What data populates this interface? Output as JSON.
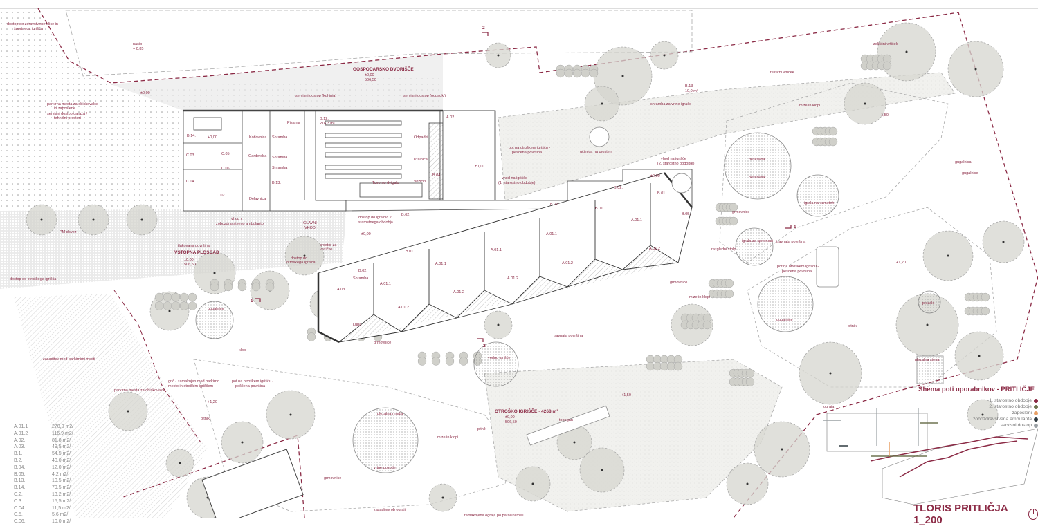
{
  "colors": {
    "accent": "#8b2a45",
    "line": "#8a8a8a",
    "tree": "#d6d6cf",
    "paving": "#ecece8"
  },
  "labels": [
    "dostop do zdravstvene ulice in",
    "športnega igrišča",
    "nasip",
    "+ 0,85",
    "±0,00",
    "parkirna mesta za obiskovalce",
    "in zaposlene",
    "servisni dostop garaža /",
    "tehnični prostori",
    "GOSPODARSKO DVORIŠČE",
    "±0,00",
    "506,50",
    "servisni dostop (kuhinja)",
    "servisni dostop (odpadki)",
    "vhod v",
    "zobozdravstveno ambulanto",
    "GLAVNI",
    "VHOD",
    "tlakovana površina",
    "VSTOPNA PLOŠČAD",
    "±0,00",
    "506,50",
    "dostop do igralnic 2.",
    "starostnega obdobja",
    "±0,00",
    "prostor za",
    "vozičke",
    "dostop do",
    "otroškega igrišča",
    "pot na otroškem igrišču -",
    "peščena površina",
    "vhod na igrišče",
    "(1. starostno obdobje)",
    "vhod na igrišče",
    "(2. starostno obdobje)",
    "±0,00",
    "učilnica na prostem",
    "shramba za vrtne igrače",
    "B.13",
    "10,0 m²",
    "zeliščni vrtiček",
    "zeliščni vrtiček",
    "mize in klopi",
    "+1,50",
    "peskovnik",
    "igrala na vzmeteh",
    "igrala za spretnost",
    "travnata površina",
    "razgledni stolp",
    "grmovnice",
    "pot na otroškem igrišču -",
    "peščena površina",
    "+1,20",
    "plezalo",
    "gugalnice",
    "peskovnik",
    "mize in klopi",
    "grmovnice",
    "travnata površina",
    "gugalnice",
    "vodno igrišče",
    "plezalna stena",
    "OTROŠKO IGRIŠČE - 4268 m²",
    "±0,00",
    "506,50",
    "tobogan",
    "+1,50",
    "mize in klopi",
    "vrtne posode",
    "pitnik",
    "pitnik",
    "plezalna mreža",
    "zasaditev med parkirnimi mesti",
    "parkirna mesta za obiskovalce",
    "grič - zamaknjen med parkirno",
    "mesto in otroškim igriščem",
    "+1,20",
    "pot na otroškem igrišču -",
    "peščena površina",
    "gugalnice",
    "klopi",
    "dostop do otroškega igrišča",
    "grmovnice",
    "ograja",
    "zasaditev ob ograji",
    "zamaknjena ograja po parcelni meji",
    "gugalnica",
    "pitnik",
    "grmovnice",
    "2",
    "2",
    "1",
    "1",
    "PM dovoz"
  ],
  "rooms": {
    "b14": "B.14.",
    "c03": "C.03.",
    "c04": "C.04.",
    "c02": "C.02.",
    "c05": "C.05.",
    "c06": "C.06.",
    "kotlovnica": "Kotlovnica",
    "garderoba": "Garderoba",
    "shramba1": "Shramba",
    "shramba2": "Shramba",
    "shramba3": "Shramba",
    "pisarna": "Pisarna",
    "b13": "B.13.",
    "delavnica": "Delavnica",
    "b12": "B.12.",
    "b12area": "216,3 m²",
    "dvigalo": "Tovorno dvigalo",
    "odpadki": "Odpadki",
    "pralnica": "Pralnica",
    "vozicki": "Vozički",
    "b04": "B.04.",
    "a02": "A.02.",
    "level_b14": "+0,00",
    "level_a02": "±0,00",
    "b02a": "B.02.",
    "b02b": "B.02.",
    "b02c": "B.02.",
    "b02d": "B.02.",
    "b01a": "B.01.",
    "b01b": "B.01.",
    "b01c": "B.01.",
    "b05": "B.05.",
    "a03": "A.03.",
    "a011a": "A.01.1",
    "a011b": "A.01.1",
    "a011c": "A.01.1",
    "a011d": "A.01.1",
    "a011e": "A.01.1",
    "a012a": "A.01.2",
    "a012b": "A.01.2",
    "a012c": "A.01.2",
    "a012d": "A.01.2",
    "a012e": "A.01.2",
    "shramba_a": "Shramba",
    "lupa": "Lupa"
  },
  "area_table": [
    {
      "room": "A.01.1",
      "area": "270,0 m2/"
    },
    {
      "room": "A.01.2",
      "area": "116,9 m2/"
    },
    {
      "room": "A.02.",
      "area": "81,8 m2/"
    },
    {
      "room": "A.03.",
      "area": "49,5 m2/"
    },
    {
      "room": "B.1.",
      "area": "54,5 m2/"
    },
    {
      "room": "B.2.",
      "area": "40,0 m2/"
    },
    {
      "room": "B.04.",
      "area": "12,0 m2/"
    },
    {
      "room": "B.05.",
      "area": "4,2 m2/"
    },
    {
      "room": "B.13.",
      "area": "10,5 m2/"
    },
    {
      "room": "B.14.",
      "area": "79,5 m2/"
    },
    {
      "room": "C.2.",
      "area": "13,2 m2/"
    },
    {
      "room": "C.3.",
      "area": "15,5 m2/"
    },
    {
      "room": "C.04.",
      "area": "11,5 m2/"
    },
    {
      "room": "C.5.",
      "area": "5,6 m2/"
    },
    {
      "room": "C.06.",
      "area": "10,0 m2/"
    }
  ],
  "legend": {
    "title": "Shema poti uporabnikov - PRITLIČJE",
    "items": [
      {
        "label": "1. starostno obdobje",
        "color": "#8b2a45"
      },
      {
        "label": "2. starostno obdobje",
        "color": "#6e7450"
      },
      {
        "label": "zaposleni",
        "color": "#e8a066"
      },
      {
        "label": "zobozdravstvena ambulanta",
        "color": "#2f3a40"
      },
      {
        "label": "servisni dostop",
        "color": "#9aa0a4"
      }
    ]
  },
  "sheet_title": "TLORIS PRITLIČJA 1_200",
  "north_icon": "north-arrow-icon"
}
